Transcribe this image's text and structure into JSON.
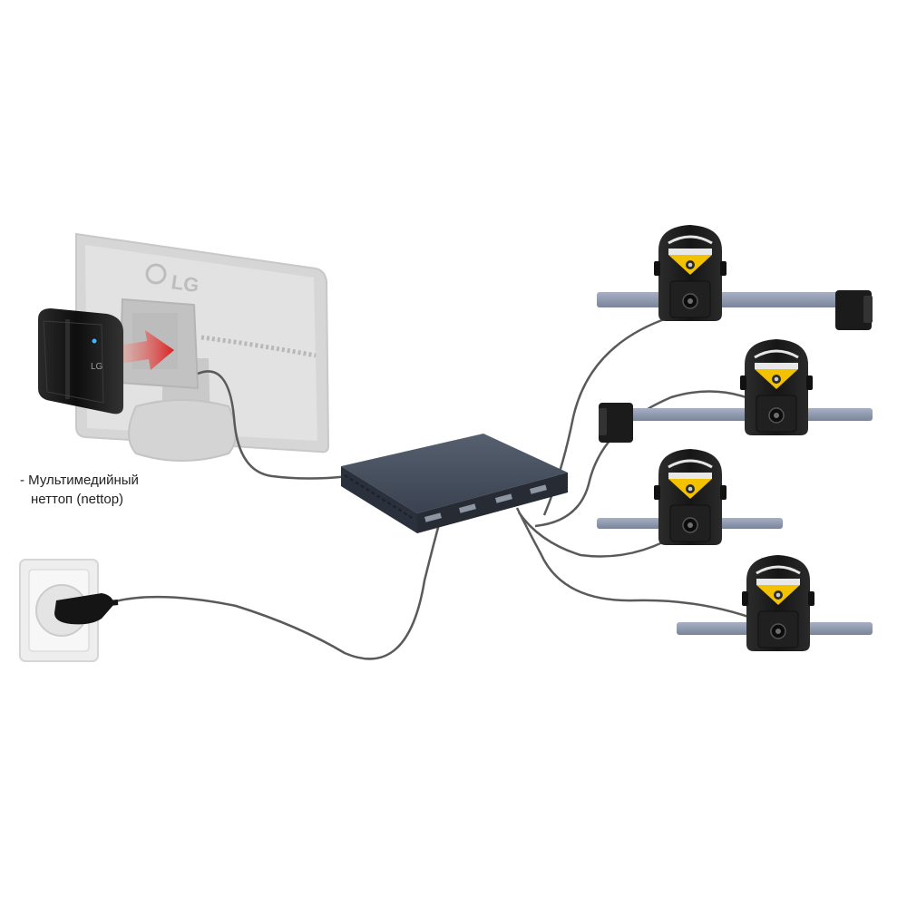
{
  "caption": {
    "line1": "- Мультимедийный",
    "line2": "неттоп (nettop)"
  },
  "monitor": {
    "brand_text": "LG"
  },
  "nettop": {
    "brand_text": "LG"
  },
  "colors": {
    "monitor_faded": "#cfcfcf",
    "nettop_body": "#1b1b1b",
    "arrow_red": "#d81f1f",
    "hub_body": "#3c4452",
    "cable": "#555555",
    "sensor_body": "#1f1f1f",
    "sensor_label": "#f2c200",
    "rod": "#8d97ad",
    "outlet": "#eeeeee"
  },
  "sensor_icons": [
    "wheel-sensor-icon",
    "wheel-sensor-icon",
    "wheel-sensor-icon",
    "wheel-sensor-icon"
  ]
}
